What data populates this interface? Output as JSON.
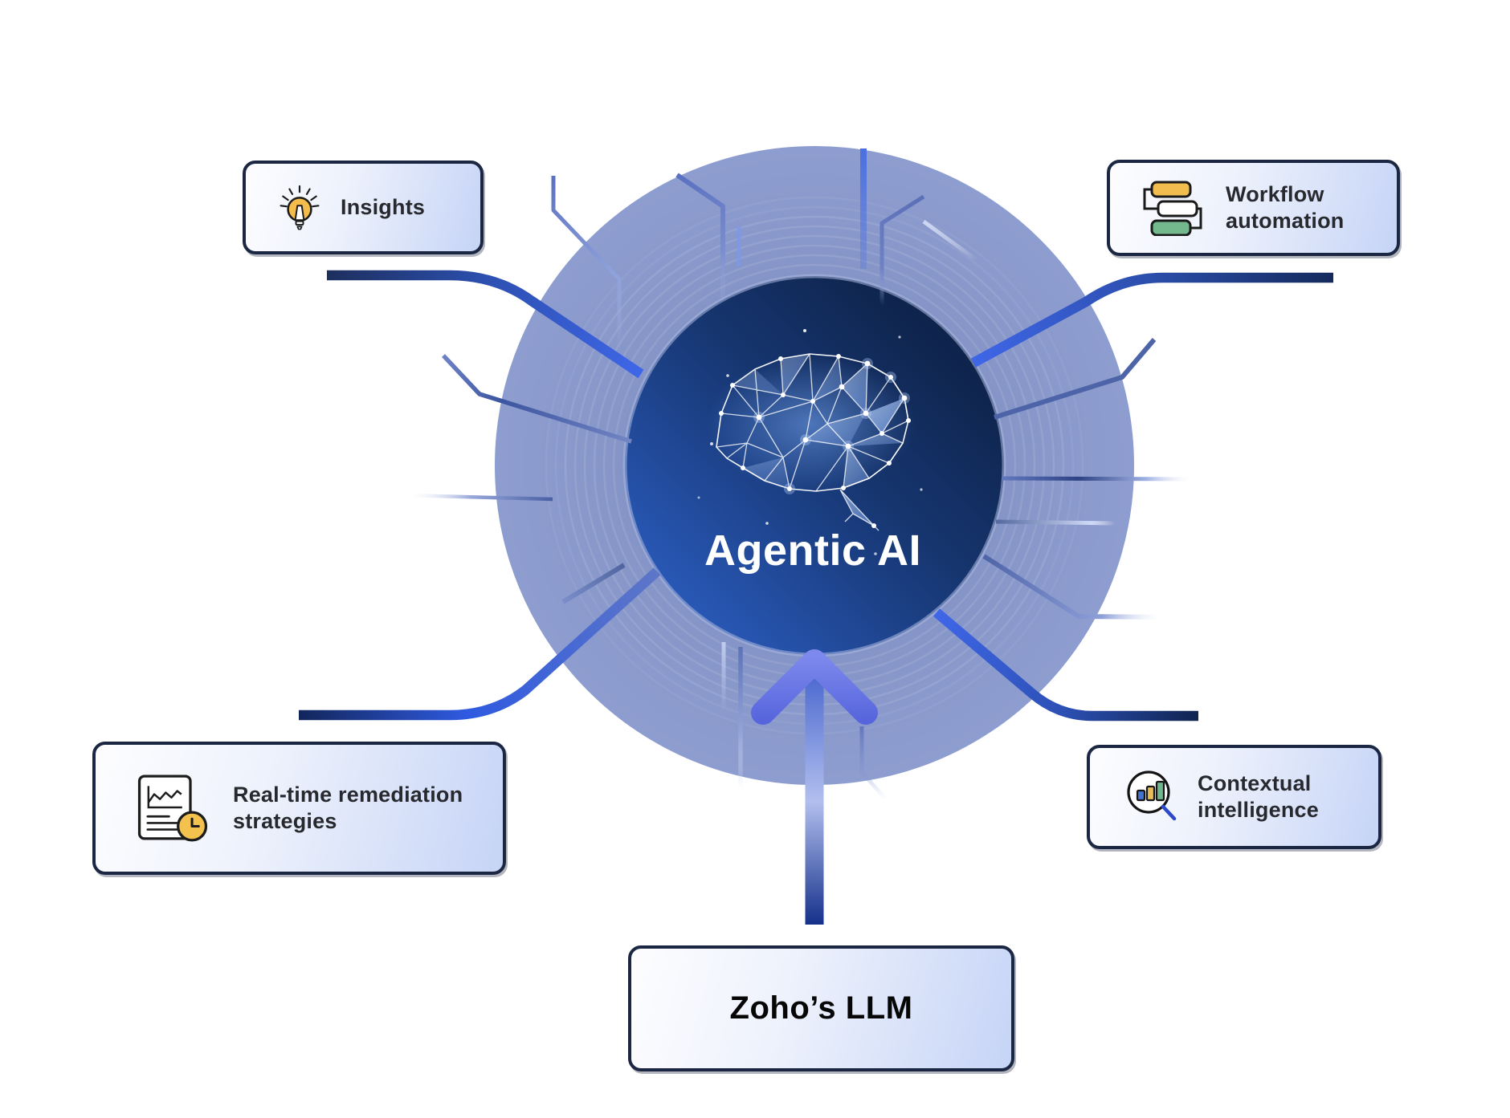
{
  "diagram": {
    "center": {
      "title": "Agentic AI",
      "icon": "neural-brain-icon"
    },
    "nodes": [
      {
        "id": "insights",
        "label": "Insights",
        "icon": "lightbulb-icon"
      },
      {
        "id": "workflow-automation",
        "label": "Workflow automation",
        "icon": "workflow-blocks-icon"
      },
      {
        "id": "real-time-remediation",
        "label": "Real-time remediation strategies",
        "icon": "report-clock-icon"
      },
      {
        "id": "contextual-intelligence",
        "label": "Contextual intelligence",
        "icon": "chart-magnifier-icon"
      },
      {
        "id": "zoho-llm",
        "label": "Zoho’s LLM",
        "icon": null
      }
    ],
    "colors": {
      "outer_ring": "#8a99cb",
      "inner_circle_light": "#2f64cf",
      "inner_circle_dark": "#0a1a38",
      "connector_bright_blue": "#3f66e8",
      "connector_navy": "#142a5c",
      "arrow_head": "#7380e8",
      "box_border": "#1b2742",
      "box_bg_start": "#fdfdff",
      "box_bg_end": "#c6d4f6",
      "accent_yellow": "#f2bd4a",
      "accent_green": "#74b98d",
      "title_color": "#ffffff"
    }
  }
}
